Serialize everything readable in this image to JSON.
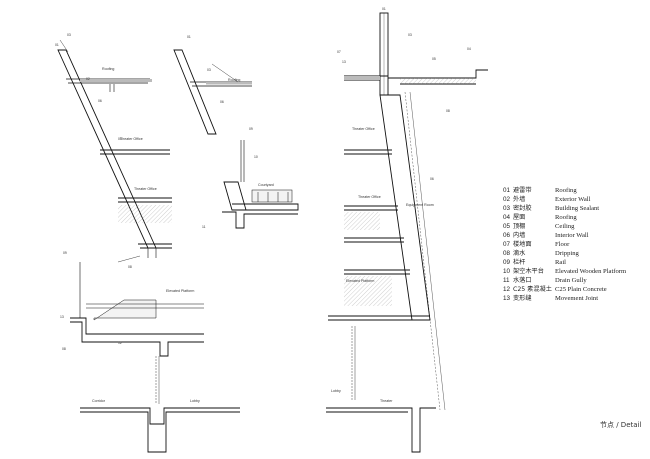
{
  "legend": [
    {
      "num": "01",
      "cn": "避雷带",
      "en": "Roofing"
    },
    {
      "num": "02",
      "cn": "外墙",
      "en": "Exterior Wall"
    },
    {
      "num": "03",
      "cn": "密封胶",
      "en": "Building Sealant"
    },
    {
      "num": "04",
      "cn": "屋面",
      "en": "Roofing"
    },
    {
      "num": "05",
      "cn": "顶棚",
      "en": "Ceiling"
    },
    {
      "num": "06",
      "cn": "内墙",
      "en": "Interior Wall"
    },
    {
      "num": "07",
      "cn": "楼地面",
      "en": "Floor"
    },
    {
      "num": "08",
      "cn": "滴水",
      "en": "Dripping"
    },
    {
      "num": "09",
      "cn": "栏杆",
      "en": "Rail"
    },
    {
      "num": "10",
      "cn": "架空木平台",
      "en": "Elevated Wooden Platform"
    },
    {
      "num": "11",
      "cn": "水落口",
      "en": "Drain Gully"
    },
    {
      "num": "12",
      "cn": "C25 素混凝土",
      "en": "C25 Plain Concrete"
    },
    {
      "num": "13",
      "cn": "变形缝",
      "en": "Movement Joint"
    }
  ],
  "caption": "节点 / Detail",
  "drawing_labels": {
    "roofing": "Roofing",
    "theater_office": "Theater Office",
    "courtyard": "Courtyard",
    "elevated_platform": "Elevated Platform",
    "corridor": "Corridor",
    "lobby": "Lobby",
    "theater": "Theater",
    "equipment_room": "Equipment Room"
  }
}
